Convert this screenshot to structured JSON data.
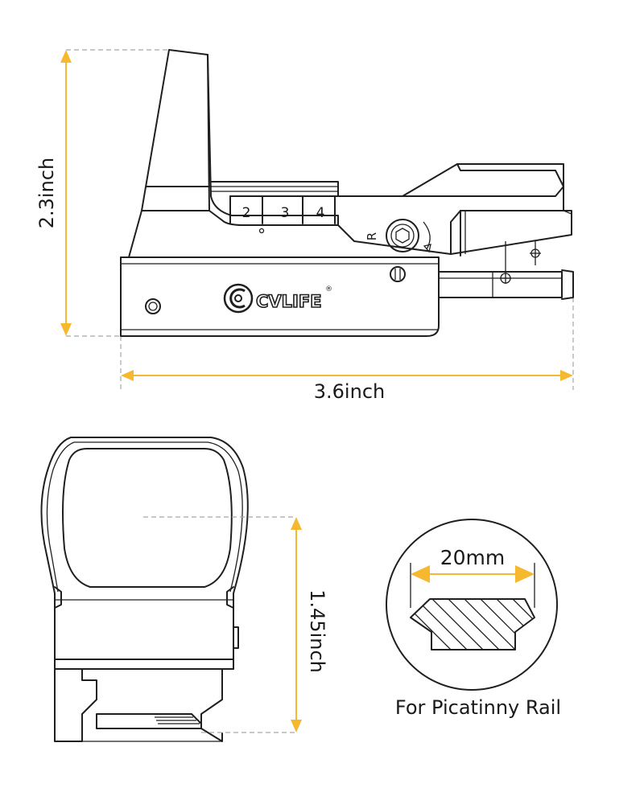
{
  "dimensions": {
    "height_side": "2.3inch",
    "length_side": "3.6inch",
    "height_front": "1.45inch",
    "rail_width": "20mm"
  },
  "caption": "For Picatinny Rail",
  "brand": "CVLIFE",
  "brand_mark": "®",
  "dial_numbers": [
    "2",
    "3",
    "4"
  ],
  "knob_label": "R",
  "colors": {
    "arrow": "#f5b82e",
    "line": "#1f1f1f",
    "dash": "#a8a8a8"
  }
}
